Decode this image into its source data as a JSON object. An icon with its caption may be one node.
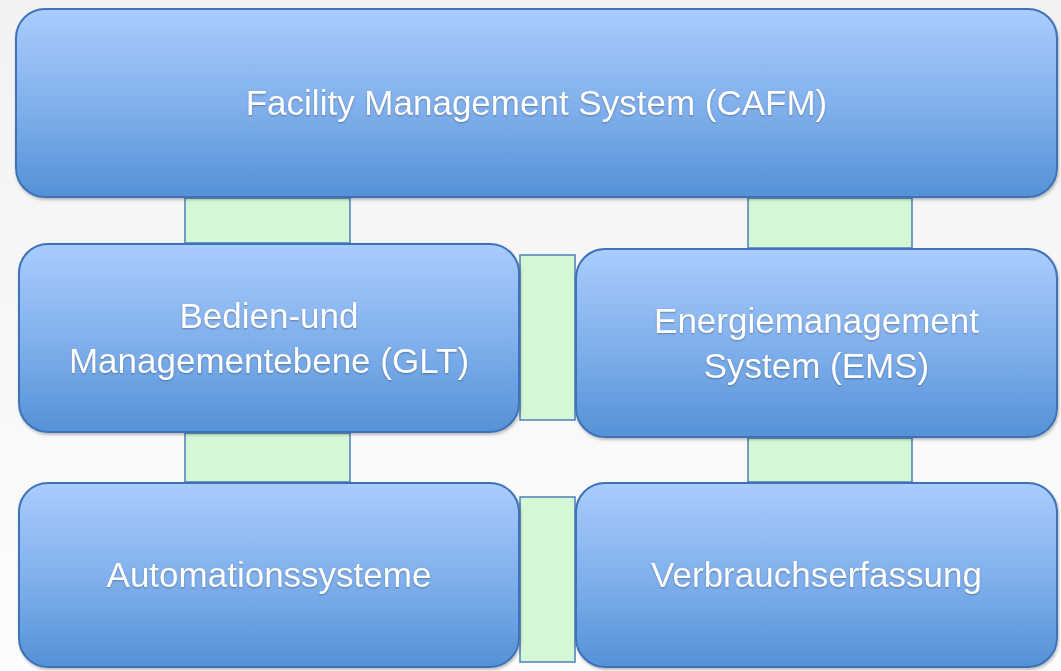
{
  "diagram": {
    "nodes": [
      {
        "text": [
          "Facility Management System (CAFM)"
        ]
      },
      {
        "text": [
          "Bedien-und Managementebene (GLT)"
        ]
      },
      {
        "text": [
          "Energiemanagement System (EMS)"
        ]
      },
      {
        "text": [
          "Automationssysteme"
        ]
      },
      {
        "text": [
          "Verbrauchserfassung"
        ]
      }
    ],
    "edges": [
      {
        "from": 0,
        "to": 1,
        "arrow": "none"
      },
      {
        "from": 0,
        "to": 2,
        "arrow": "none"
      },
      {
        "from": 1,
        "to": 2,
        "arrow": "none"
      },
      {
        "from": 1,
        "to": 3,
        "arrow": "none"
      },
      {
        "from": 2,
        "to": 4,
        "arrow": "none"
      },
      {
        "from": 3,
        "to": 4,
        "arrow": "none"
      }
    ]
  }
}
